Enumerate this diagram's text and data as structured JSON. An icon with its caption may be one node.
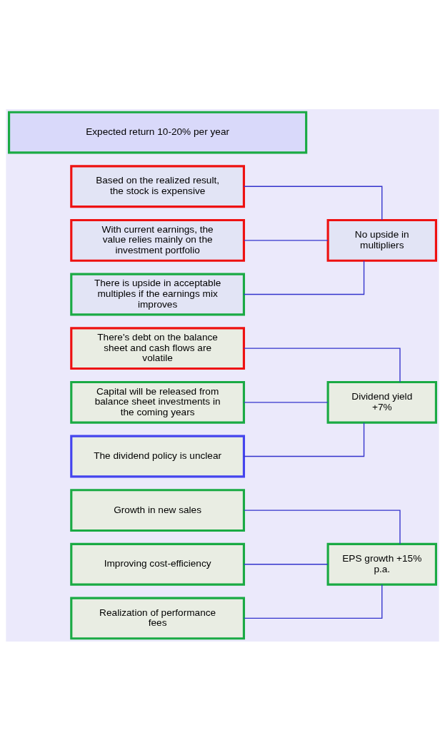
{
  "diagram": {
    "nodes": [
      {
        "text": [
          "Growth in new sales"
        ]
      },
      {
        "text": [
          "Improving cost-efficiency"
        ]
      },
      {
        "text": [
          "Realization of performance fees"
        ]
      },
      {
        "text": [
          "EPS growth +15% p.a."
        ]
      },
      {
        "text": [
          "There's debt on the balance sheet and cash flows are volatile"
        ]
      },
      {
        "text": [
          "Capital will be released from balance sheet investments in the coming years"
        ]
      },
      {
        "text": [
          "The dividend policy is unclear"
        ]
      },
      {
        "text": [
          "Dividend yield +7%"
        ]
      },
      {
        "text": [
          "Based on the realized result, the stock is expensive"
        ]
      },
      {
        "text": [
          "With current earnings, the value relies mainly on the investment portfolio"
        ]
      },
      {
        "text": [
          "There is upside in acceptable multiples if the earnings mix improves"
        ]
      },
      {
        "text": [
          "No upside in multipliers"
        ]
      },
      {
        "text": [
          "Expected return 10-20% per year"
        ]
      }
    ],
    "edges": [
      {
        "from": 0,
        "to": 3,
        "arrow": "none"
      },
      {
        "from": 1,
        "to": 3,
        "arrow": "none"
      },
      {
        "from": 2,
        "to": 3,
        "arrow": "none"
      },
      {
        "from": 4,
        "to": 7,
        "arrow": "none"
      },
      {
        "from": 5,
        "to": 7,
        "arrow": "none"
      },
      {
        "from": 6,
        "to": 7,
        "arrow": "none"
      },
      {
        "from": 8,
        "to": 11,
        "arrow": "none"
      },
      {
        "from": 9,
        "to": 11,
        "arrow": "none"
      },
      {
        "from": 10,
        "to": 11,
        "arrow": "none"
      }
    ]
  }
}
